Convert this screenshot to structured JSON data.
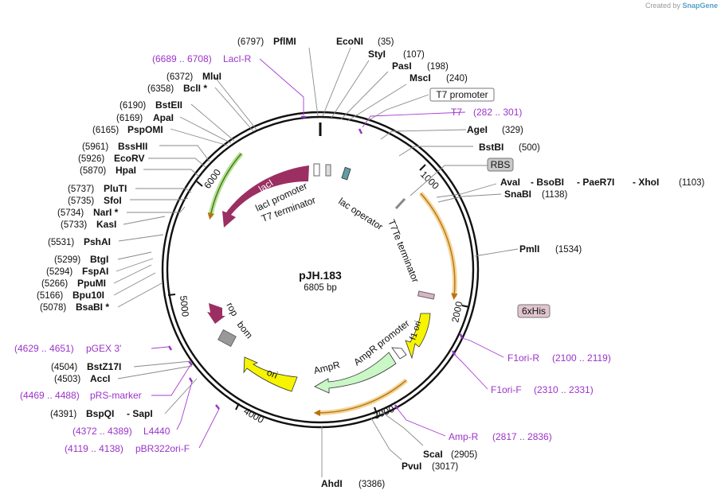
{
  "credit": {
    "prefix": "Created by",
    "brand": "SnapGene"
  },
  "plasmid": {
    "name": "pJH.183",
    "length": "6805 bp"
  },
  "ticks": [
    "1000",
    "2000",
    "3000",
    "4000",
    "5000",
    "6000"
  ],
  "enzymes": {
    "pflmi": {
      "name": "PflMI",
      "pos": "(6797)"
    },
    "econi": {
      "name": "EcoNI",
      "pos": "(35)"
    },
    "styi": {
      "name": "StyI",
      "pos": "(107)"
    },
    "pasi": {
      "name": "PasI",
      "pos": "(198)"
    },
    "msci": {
      "name": "MscI",
      "pos": "(240)"
    },
    "agei": {
      "name": "AgeI",
      "pos": "(329)"
    },
    "bstbi": {
      "name": "BstBI",
      "pos": "(500)"
    },
    "avai": {
      "name": "AvaI",
      "pos": ""
    },
    "bsobi": {
      "name": "- BsoBI",
      "pos": ""
    },
    "paer7i": {
      "name": "- PaeR7I",
      "pos": ""
    },
    "xhoi": {
      "name": "- XhoI",
      "pos": "(1103)"
    },
    "snabi": {
      "name": "SnaBI",
      "pos": "(1138)"
    },
    "pmli": {
      "name": "PmlI",
      "pos": "(1534)"
    },
    "scai": {
      "name": "ScaI",
      "pos": "(2905)"
    },
    "pvui": {
      "name": "PvuI",
      "pos": "(3017)"
    },
    "ahdi": {
      "name": "AhdI",
      "pos": "(3386)"
    },
    "mlui": {
      "name": "MluI",
      "pos": "(6372)"
    },
    "bcli": {
      "name": "BclI *",
      "pos": "(6358)"
    },
    "bsteii": {
      "name": "BstEII",
      "pos": "(6190)"
    },
    "apai": {
      "name": "ApaI",
      "pos": "(6169)"
    },
    "pspomi": {
      "name": "PspOMI",
      "pos": "(6165)"
    },
    "bsshii": {
      "name": "BssHII",
      "pos": "(5961)"
    },
    "ecorv": {
      "name": "EcoRV",
      "pos": "(5926)"
    },
    "hpai": {
      "name": "HpaI",
      "pos": "(5870)"
    },
    "pluti": {
      "name": "PluTI",
      "pos": "(5737)"
    },
    "sfoi": {
      "name": "SfoI",
      "pos": "(5735)"
    },
    "nari": {
      "name": "NarI *",
      "pos": "(5734)"
    },
    "kasi": {
      "name": "KasI",
      "pos": "(5733)"
    },
    "pshai": {
      "name": "PshAI",
      "pos": "(5531)"
    },
    "btgi": {
      "name": "BtgI",
      "pos": "(5299)"
    },
    "fspai": {
      "name": "FspAI",
      "pos": "(5294)"
    },
    "ppumi": {
      "name": "PpuMI",
      "pos": "(5266)"
    },
    "bpu10i": {
      "name": "Bpu10I",
      "pos": "(5166)"
    },
    "bsabi": {
      "name": "BsaBI *",
      "pos": "(5078)"
    },
    "bstz17i": {
      "name": "BstZ17I",
      "pos": "(4504)"
    },
    "acci": {
      "name": "AccI",
      "pos": "(4503)"
    },
    "bspqi": {
      "name": "BspQI",
      "pos": "(4391)"
    },
    "sapi": {
      "name": "- SapI",
      "pos": ""
    }
  },
  "primers": {
    "laci_r": {
      "name": "LacI-R",
      "range": "(6689 .. 6708)"
    },
    "t7": {
      "name": "T7",
      "range": "(282 .. 301)"
    },
    "f1ori_r": {
      "name": "F1ori-R",
      "range": "(2100 .. 2119)"
    },
    "f1ori_f": {
      "name": "F1ori-F",
      "range": "(2310 .. 2331)"
    },
    "amp_r": {
      "name": "Amp-R",
      "range": "(2817 .. 2836)"
    },
    "pgex3": {
      "name": "pGEX 3'",
      "range": "(4629 .. 4651)"
    },
    "prs_marker": {
      "name": "pRS-marker",
      "range": "(4469 .. 4488)"
    },
    "l4440": {
      "name": "L4440",
      "range": "(4372 .. 4389)"
    },
    "pbr322ori_f": {
      "name": "pBR322ori-F",
      "range": "(4119 .. 4138)"
    }
  },
  "features": {
    "laci": "lacI",
    "laci_promoter": "lacI promoter",
    "t7_terminator": "T7 terminator",
    "lac_operator": "lac operator",
    "t7te_terminator": "T7Te terminator",
    "f1_ori": "f1 ori",
    "ampr_promoter": "AmpR promoter",
    "ampr": "AmpR",
    "ori": "ori",
    "rop": "rop",
    "bom": "bom",
    "t7_promoter": "T7 promoter",
    "rbs": "RBS",
    "his6": "6xHis"
  },
  "colors": {
    "laci": "#9b2f62",
    "ori": "#f7f400",
    "ampr": "#c9f7c6",
    "primer": "#9b33c9",
    "orf_yellow": "#f0c36d",
    "orf_green": "#c6f09a"
  }
}
